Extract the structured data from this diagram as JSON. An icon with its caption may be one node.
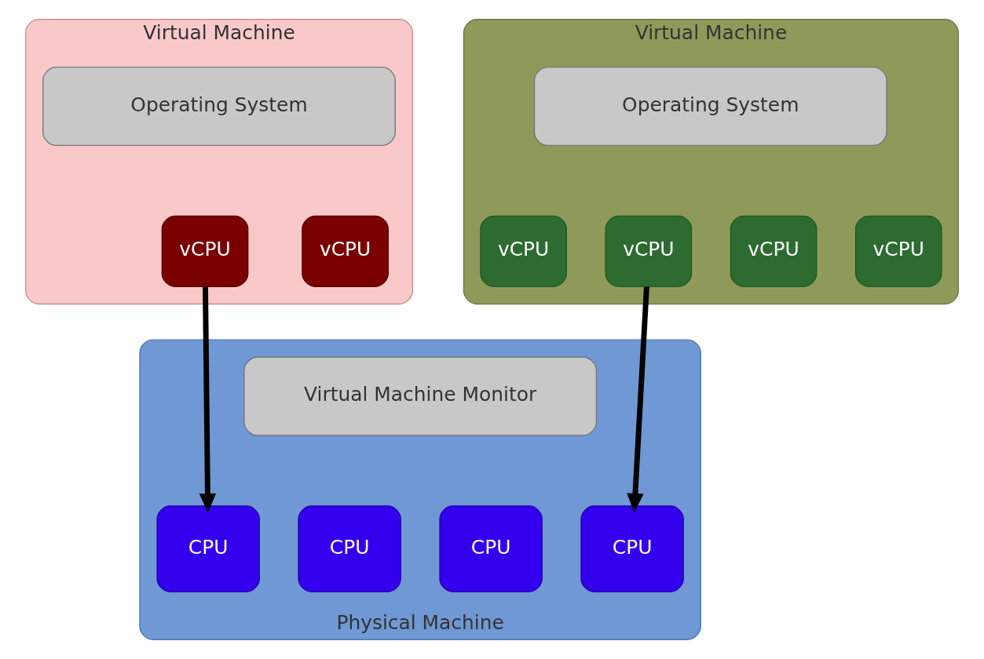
{
  "diagram": {
    "nodes": [
      {
        "text": [
          "Virtual Machine"
        ]
      },
      {
        "text": [
          "Operating System"
        ],
        "in": 0
      },
      {
        "text": [
          "vCPU"
        ],
        "in": 0
      },
      {
        "text": [
          "vCPU"
        ],
        "in": 0
      },
      {
        "text": [
          "Virtual Machine"
        ]
      },
      {
        "text": [
          "Operating System"
        ],
        "in": 4
      },
      {
        "text": [
          "vCPU"
        ],
        "in": 4
      },
      {
        "text": [
          "vCPU"
        ],
        "in": 4
      },
      {
        "text": [
          "vCPU"
        ],
        "in": 4
      },
      {
        "text": [
          "vCPU"
        ],
        "in": 4
      },
      {
        "text": [
          "Physical Machine"
        ]
      },
      {
        "text": [
          "Virtual Machine Monitor"
        ],
        "in": 10
      },
      {
        "text": [
          "CPU"
        ],
        "in": 10
      },
      {
        "text": [
          "CPU"
        ],
        "in": 10
      },
      {
        "text": [
          "CPU"
        ],
        "in": 10
      },
      {
        "text": [
          "CPU"
        ],
        "in": 10
      }
    ],
    "edges": [
      {
        "from": 3,
        "to": 15,
        "arrow": "to"
      },
      {
        "from": 6,
        "to": 12,
        "arrow": "to"
      }
    ]
  }
}
